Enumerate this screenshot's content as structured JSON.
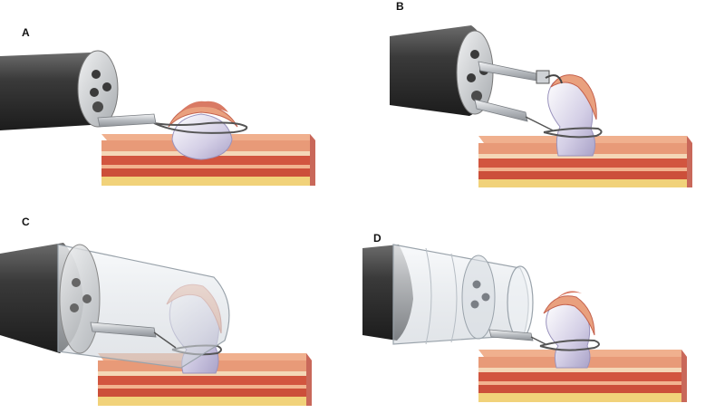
{
  "panels": [
    {
      "id": "A",
      "label": "A"
    },
    {
      "id": "B",
      "label": "B"
    },
    {
      "id": "C",
      "label": "C"
    },
    {
      "id": "D",
      "label": "D"
    }
  ],
  "colors": {
    "scope_dark": "#2b2b2b",
    "scope_mid": "#5a5a5a",
    "metal": "#c9ccd0",
    "tissue_top": "#e7a27f",
    "tissue_red": "#d2553f",
    "tissue_yellow": "#f1d27a",
    "lesion": "#c9c3de",
    "cap_glass": "#e7ecf1"
  }
}
